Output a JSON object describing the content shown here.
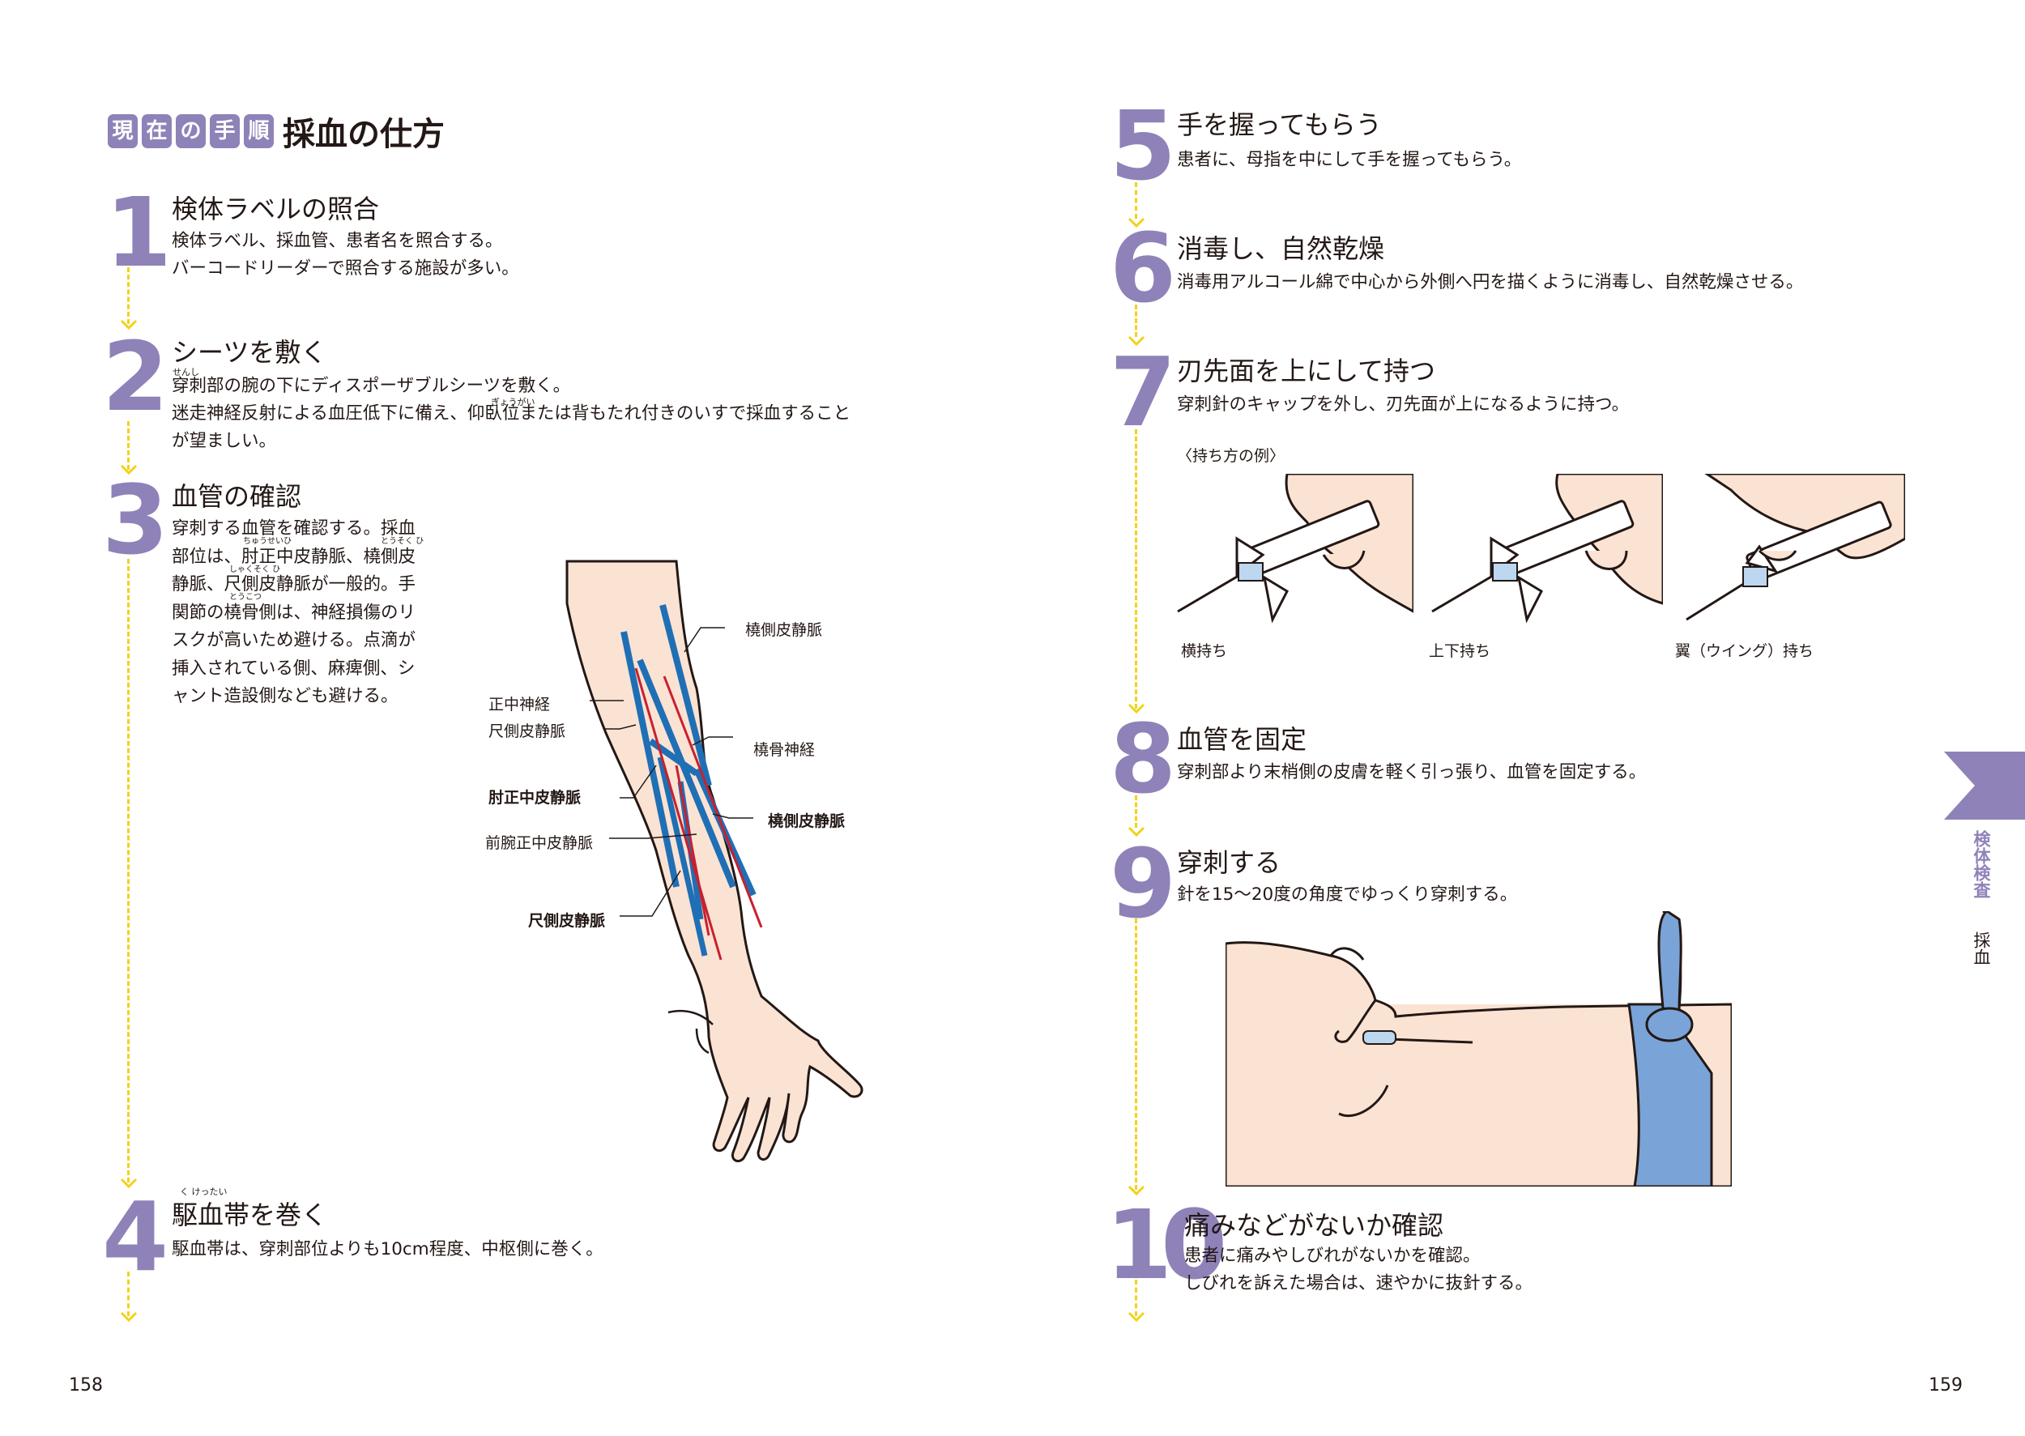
{
  "header": {
    "tags": [
      "現",
      "在",
      "の",
      "手",
      "順"
    ],
    "title": "採血の仕方"
  },
  "steps": [
    {
      "num": "1",
      "title": "検体ラベルの照合",
      "lines": [
        "検体ラベル、採血管、患者名を照合する。",
        "バーコードリーダーで照合する施設が多い。"
      ]
    },
    {
      "num": "2",
      "title": "シーツを敷く",
      "lines": [
        "穿刺部の腕の下にディスポーザブルシーツを敷く。",
        "迷走神経反射による血圧低下に備え、仰臥位または背もたれ付きのいすで採血すること",
        "が望ましい。"
      ]
    },
    {
      "num": "3",
      "title": "血管の確認",
      "lines": [
        "穿刺する血管を確認する。採血",
        "部位は、肘正中皮静脈、橈側皮",
        "静脈、尺側皮静脈が一般的。手",
        "関節の橈骨側は、神経損傷のリ",
        "スクが高いため避ける。点滴が",
        "挿入されている側、麻痺側、シ",
        "ャント造設側なども避ける。"
      ]
    },
    {
      "num": "4",
      "title": "駆血帯を巻く",
      "lines": [
        "駆血帯は、穿刺部位よりも10cm程度、中枢側に巻く。"
      ]
    },
    {
      "num": "5",
      "title": "手を握ってもらう",
      "lines": [
        "患者に、母指を中にして手を握ってもらう。"
      ]
    },
    {
      "num": "6",
      "title": "消毒し、自然乾燥",
      "lines": [
        "消毒用アルコール綿で中心から外側へ円を描くように消毒し、自然乾燥させる。"
      ]
    },
    {
      "num": "7",
      "title": "刃先面を上にして持つ",
      "lines": [
        "穿刺針のキャップを外し、刃先面が上になるように持つ。"
      ]
    },
    {
      "num": "8",
      "title": "血管を固定",
      "lines": [
        "穿刺部より末梢側の皮膚を軽く引っ張り、血管を固定する。"
      ]
    },
    {
      "num": "9",
      "title": "穿刺する",
      "lines": [
        "針を15～20度の角度でゆっくり穿刺する。"
      ]
    },
    {
      "num": "10",
      "title": "痛みなどがないか確認",
      "lines": [
        "患者に痛みやしびれがないかを確認。",
        "しびれを訴えた場合は、速やかに抜針する。"
      ]
    }
  ],
  "ruby": {
    "senshi": "せんし",
    "gyouga": "ぎょうがい",
    "chusei": "ちゅうせいひ",
    "touso": "とうそく ひ",
    "shakusoku": "しゃくそく ひ",
    "toukotsu": "とうこつ",
    "kukettai": "く けったい"
  },
  "arm_labels": {
    "toso_hijomyaku_top": "橈側皮静脈",
    "seichu_shinkei": "正中神経",
    "shakusoku_hijomyaku_top": "尺側皮静脈",
    "toukotsu_shinkei": "橈骨神経",
    "chuseichu": "肘正中皮静脈",
    "toso_hijomyaku_bold": "橈側皮静脈",
    "zenwan": "前腕正中皮静脈",
    "shakusoku_bold": "尺側皮静脈"
  },
  "grip": {
    "heading": "〈持ち方の例〉",
    "captions": [
      "横持ち",
      "上下持ち",
      "翼（ウイング）持ち"
    ]
  },
  "side_tab": {
    "category": "検体検査",
    "sub": "採血"
  },
  "pages": {
    "left": "158",
    "right": "159"
  },
  "colors": {
    "accent": "#8f82b8",
    "arrow": "#f2d21a",
    "vein": "#1f6fb5",
    "nerve": "#c8202f",
    "skin": "#fbe3d3",
    "tourniquet": "#7aa3d8"
  }
}
